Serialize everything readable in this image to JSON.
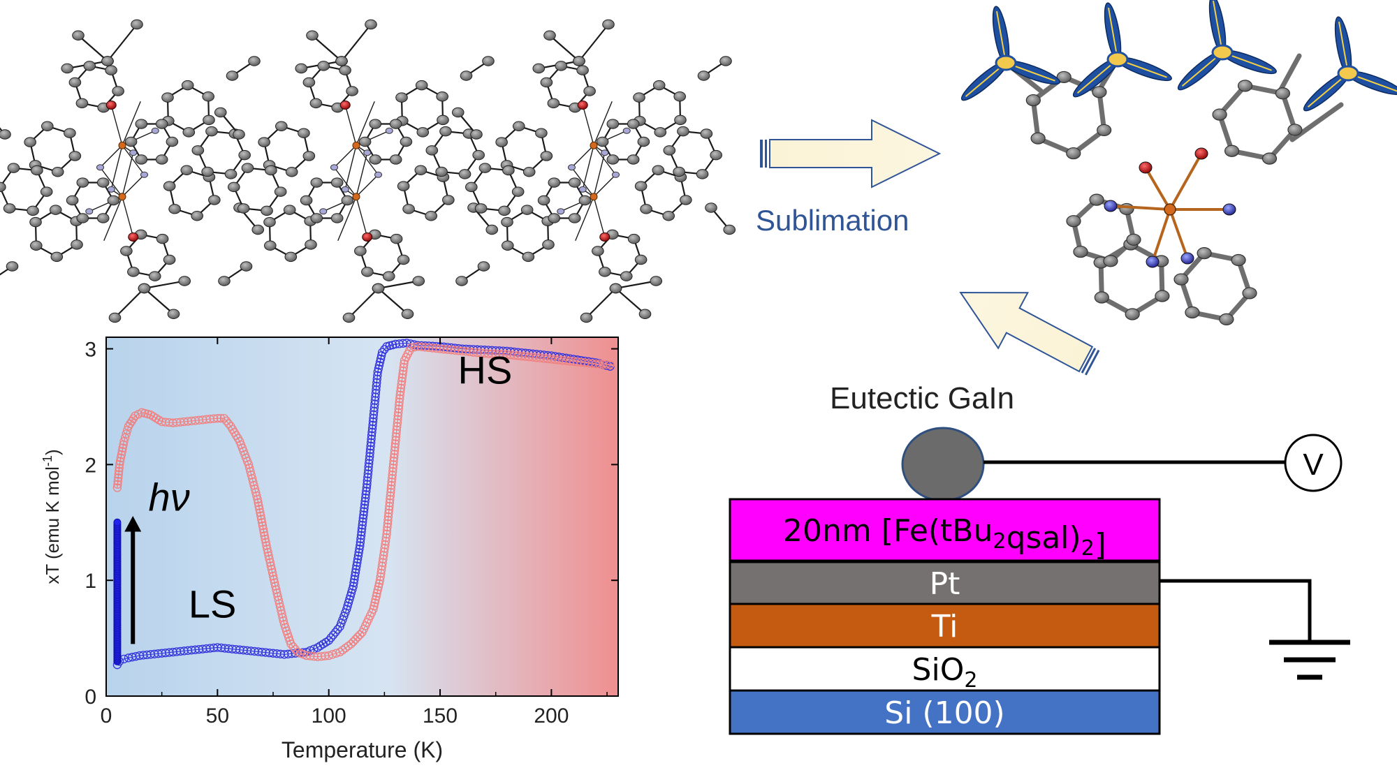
{
  "process": {
    "step_label": "Sublimation"
  },
  "device": {
    "contact_label": "Eutectic GaIn",
    "voltmeter_label": "V",
    "layers": [
      {
        "label": "20nm [Fe(tBu",
        "sub1": "2",
        "mid": "qsal)",
        "sub2": "2",
        "end": "]",
        "color": "#ff00ff"
      },
      {
        "label": "Pt",
        "color": "#767171"
      },
      {
        "label": "Ti",
        "color": "#c55a11"
      },
      {
        "label": "SiO",
        "sub1": "2",
        "color": "#ffffff"
      },
      {
        "label": "Si (100)",
        "color": "#4472c4"
      }
    ]
  },
  "chart_data": {
    "type": "scatter",
    "xlabel": "Temperature (K)",
    "ylabel": "xT (emu K mol",
    "ylabel_sup": "-1",
    "ylabel_end": ")",
    "xlim": [
      0,
      230
    ],
    "ylim": [
      0,
      3.1
    ],
    "xticks": [
      0,
      50,
      100,
      150,
      200
    ],
    "yticks": [
      0,
      1,
      2,
      3
    ],
    "annotations": {
      "hs": "HS",
      "ls": "LS",
      "photo": "hν"
    },
    "background_gradient": {
      "cold": "#b8d3ec",
      "mid": "#d6e4f2",
      "hot": "#ef8f90"
    },
    "series": [
      {
        "color": "#3333dd",
        "points": [
          [
            5,
            0.27
          ],
          [
            6,
            0.3
          ],
          [
            8,
            0.32
          ],
          [
            10,
            0.33
          ],
          [
            15,
            0.35
          ],
          [
            20,
            0.36
          ],
          [
            25,
            0.37
          ],
          [
            30,
            0.38
          ],
          [
            35,
            0.39
          ],
          [
            40,
            0.4
          ],
          [
            45,
            0.41
          ],
          [
            50,
            0.42
          ],
          [
            55,
            0.41
          ],
          [
            60,
            0.4
          ],
          [
            65,
            0.39
          ],
          [
            70,
            0.38
          ],
          [
            75,
            0.37
          ],
          [
            80,
            0.36
          ],
          [
            85,
            0.37
          ],
          [
            90,
            0.38
          ],
          [
            95,
            0.42
          ],
          [
            100,
            0.48
          ],
          [
            105,
            0.6
          ],
          [
            108,
            0.75
          ],
          [
            111,
            0.95
          ],
          [
            114,
            1.3
          ],
          [
            117,
            1.8
          ],
          [
            120,
            2.4
          ],
          [
            122,
            2.8
          ],
          [
            124,
            2.97
          ],
          [
            126,
            3.02
          ],
          [
            130,
            3.04
          ],
          [
            135,
            3.05
          ],
          [
            140,
            3.03
          ],
          [
            150,
            3.02
          ],
          [
            160,
            3.0
          ],
          [
            170,
            2.99
          ],
          [
            180,
            2.98
          ],
          [
            190,
            2.96
          ],
          [
            200,
            2.94
          ],
          [
            210,
            2.91
          ],
          [
            220,
            2.88
          ],
          [
            228,
            2.84
          ]
        ]
      },
      {
        "color": "#f08080",
        "points": [
          [
            5,
            1.8
          ],
          [
            6,
            2.0
          ],
          [
            8,
            2.2
          ],
          [
            10,
            2.33
          ],
          [
            13,
            2.42
          ],
          [
            16,
            2.45
          ],
          [
            20,
            2.43
          ],
          [
            25,
            2.37
          ],
          [
            30,
            2.36
          ],
          [
            35,
            2.37
          ],
          [
            40,
            2.38
          ],
          [
            45,
            2.39
          ],
          [
            50,
            2.4
          ],
          [
            53,
            2.4
          ],
          [
            56,
            2.33
          ],
          [
            60,
            2.2
          ],
          [
            64,
            2.0
          ],
          [
            68,
            1.7
          ],
          [
            72,
            1.3
          ],
          [
            76,
            0.95
          ],
          [
            80,
            0.62
          ],
          [
            83,
            0.45
          ],
          [
            86,
            0.38
          ],
          [
            90,
            0.35
          ],
          [
            95,
            0.34
          ],
          [
            100,
            0.35
          ],
          [
            105,
            0.38
          ],
          [
            110,
            0.45
          ],
          [
            115,
            0.55
          ],
          [
            120,
            0.75
          ],
          [
            123,
            1.0
          ],
          [
            126,
            1.4
          ],
          [
            129,
            2.0
          ],
          [
            132,
            2.6
          ],
          [
            134,
            2.9
          ],
          [
            137,
            3.01
          ],
          [
            140,
            3.02
          ],
          [
            150,
            3.0
          ],
          [
            160,
            2.98
          ],
          [
            170,
            2.96
          ],
          [
            180,
            2.95
          ],
          [
            190,
            2.93
          ],
          [
            200,
            2.91
          ],
          [
            210,
            2.89
          ],
          [
            220,
            2.87
          ],
          [
            228,
            2.86
          ]
        ]
      }
    ]
  }
}
